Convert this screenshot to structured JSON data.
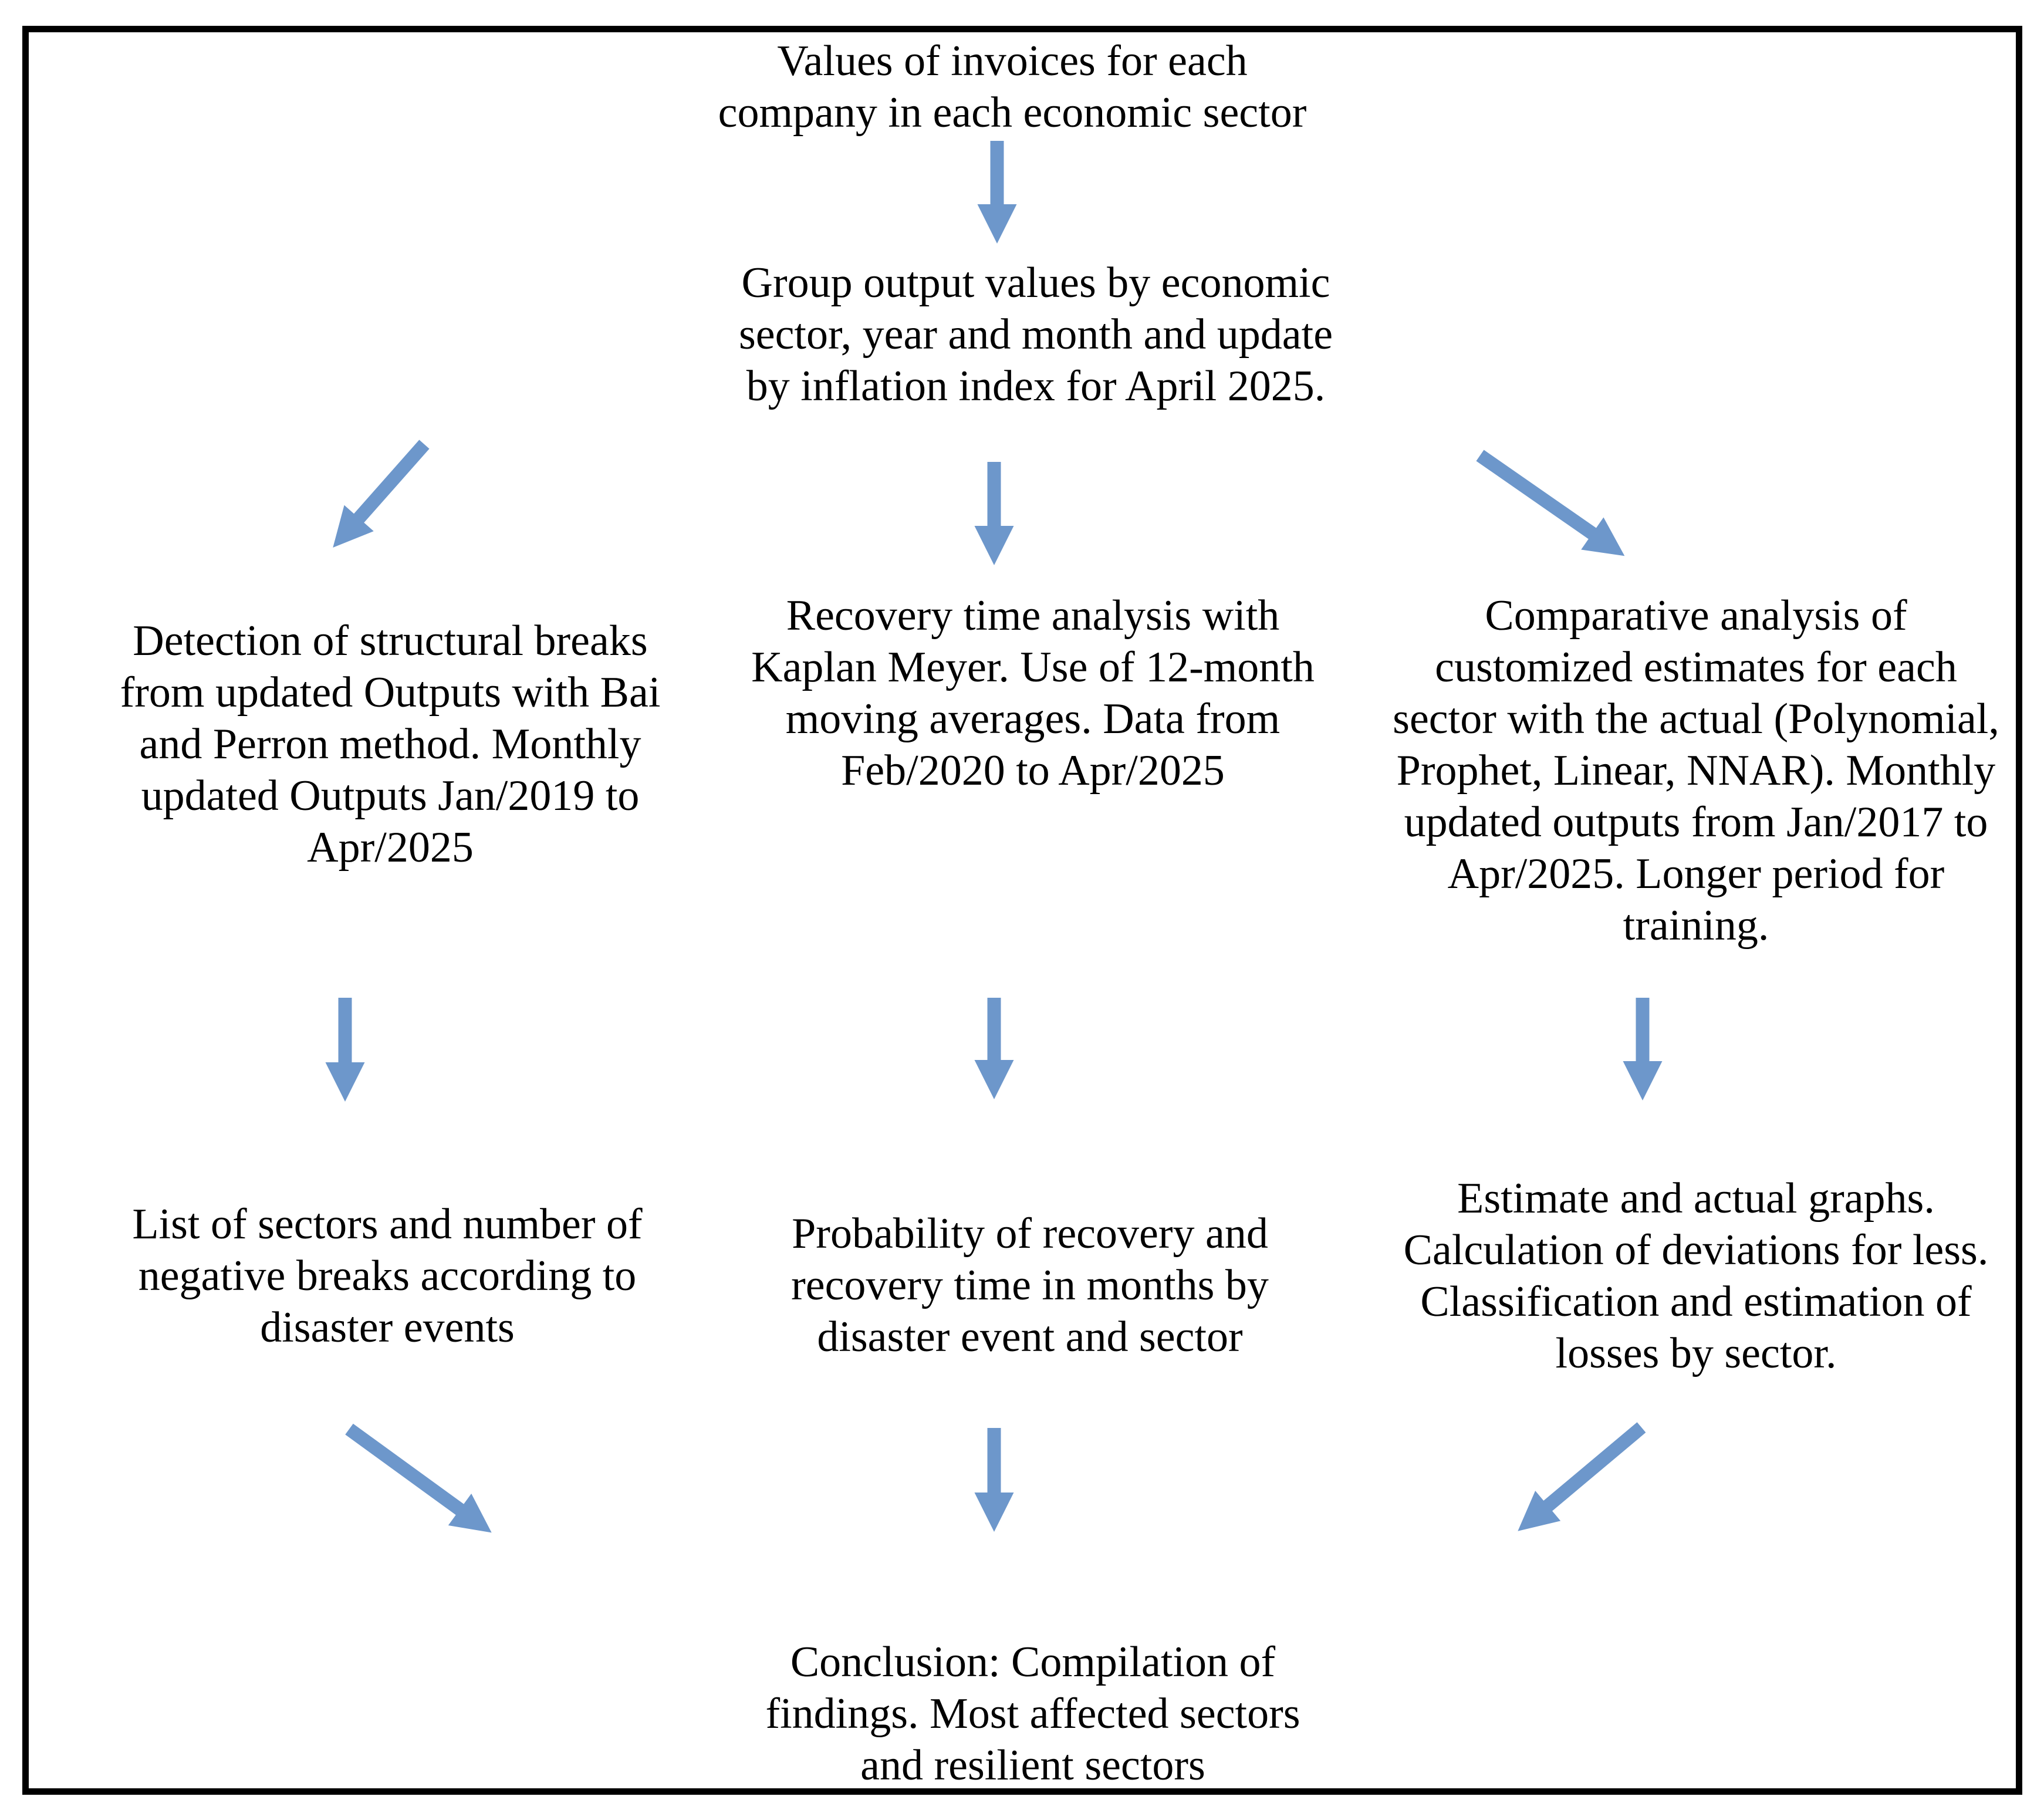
{
  "colors": {
    "arrow": "#6D97CB",
    "border": "#000000",
    "text": "#000000",
    "background": "#ffffff"
  },
  "nodes": {
    "source": {
      "text": "Values of invoices for each\ncompany in each economic sector"
    },
    "grouping": {
      "text": "Group output values by economic\nsector, year and month and update\nby inflation index for April 2025."
    },
    "breaks_method": {
      "text": "Detection of structural breaks\nfrom updated Outputs with Bai\nand Perron method. Monthly\nupdated Outputs Jan/2019 to\nApr/2025"
    },
    "recovery_method": {
      "text": "Recovery time analysis with\nKaplan Meyer. Use of 12-month\nmoving averages. Data from\nFeb/2020 to Apr/2025"
    },
    "comparative_method": {
      "text": "Comparative analysis of\ncustomized estimates for each\nsector with the actual (Polynomial,\nProphet, Linear, NNAR). Monthly\nupdated outputs from Jan/2017 to\nApr/2025. Longer period for\ntraining."
    },
    "breaks_output": {
      "text": "List of sectors and number of\nnegative breaks according to\ndisaster events"
    },
    "recovery_output": {
      "text": "Probability of recovery and\nrecovery time in months by\ndisaster event and sector"
    },
    "comparative_output": {
      "text": "Estimate and actual graphs.\nCalculation of deviations for less.\nClassification and estimation of\nlosses by sector."
    },
    "conclusion": {
      "text": "Conclusion: Compilation of\nfindings. Most affected sectors\nand resilient sectors"
    }
  }
}
